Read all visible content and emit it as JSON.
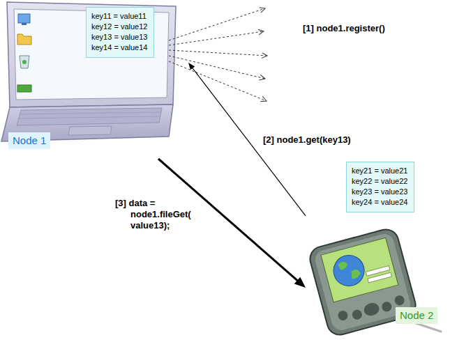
{
  "diagram": {
    "nodes": [
      {
        "text": [
          "Node 1"
        ]
      },
      {
        "text": [
          "key11 = value11",
          "key12 = value12",
          "key13 = value13",
          "key14 = value14"
        ],
        "in": 0
      },
      {
        "text": [
          "Node 2"
        ]
      },
      {
        "text": [
          "key21 = value21",
          "key22 = value22",
          "key23 = value23",
          "key24 = value24"
        ],
        "in": 2
      }
    ],
    "edges": [
      {
        "from": 2,
        "to": 0,
        "arrow": "to",
        "label": "[2] node1.get(key13)"
      },
      {
        "from": 0,
        "to": 2,
        "arrow": "to",
        "label": "[3] data = node1.fileGet( value13);"
      }
    ],
    "labels": [
      "[1] node1.register()"
    ]
  }
}
